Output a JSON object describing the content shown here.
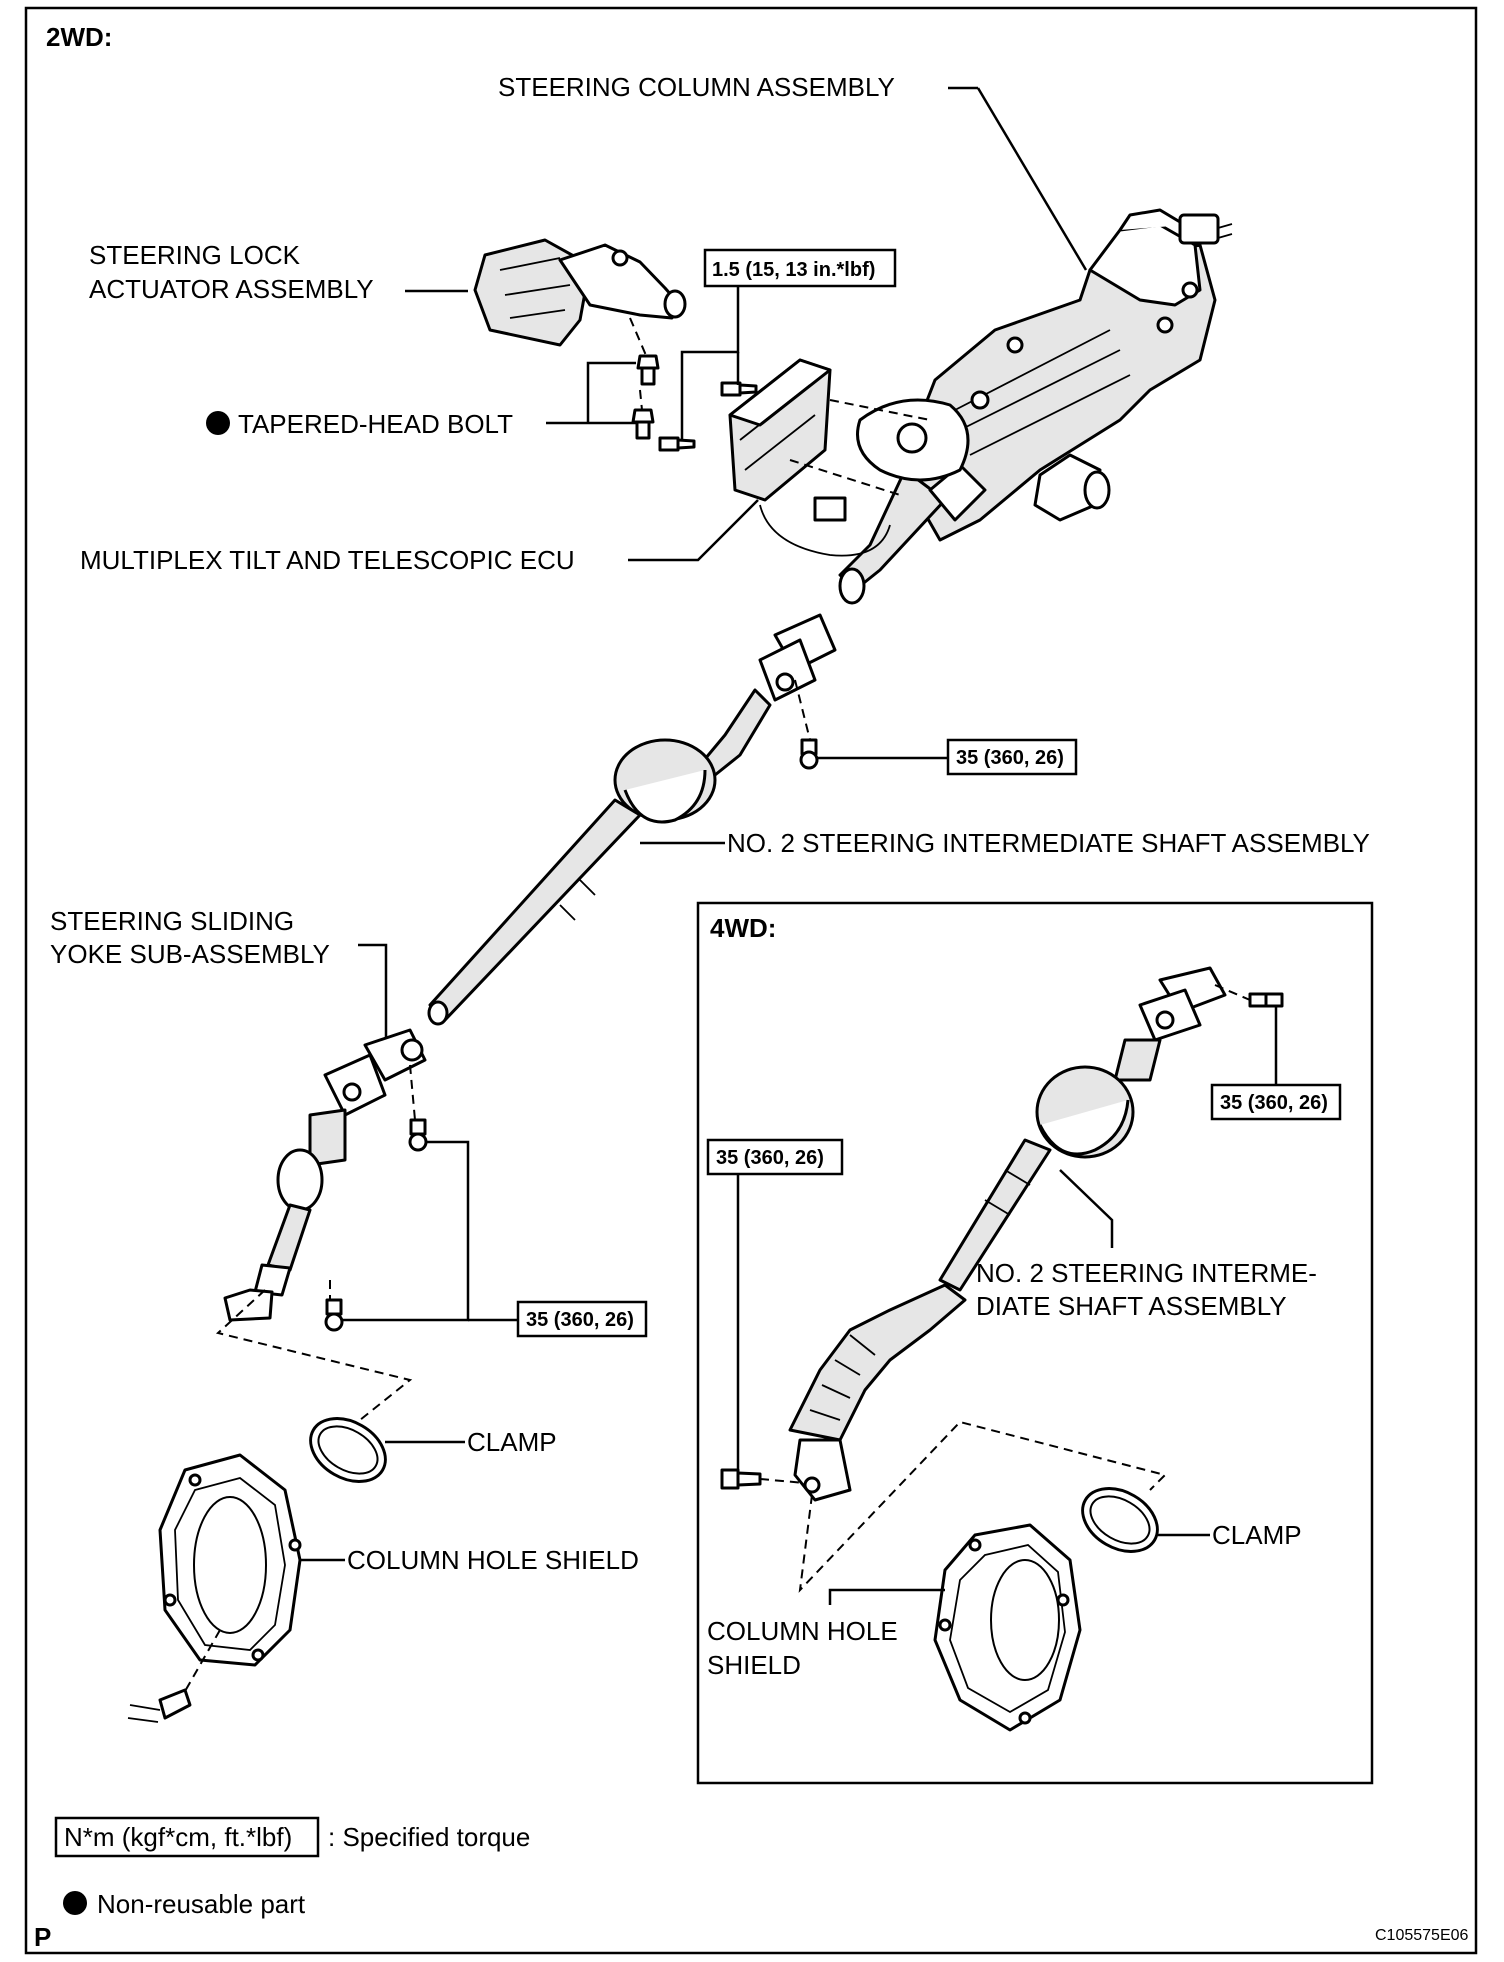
{
  "headers": {
    "two_wd": "2WD:",
    "four_wd": "4WD:"
  },
  "labels": {
    "steering_column_assembly": "STEERING COLUMN ASSEMBLY",
    "steering_lock_actuator_1": "STEERING LOCK",
    "steering_lock_actuator_2": "ACTUATOR ASSEMBLY",
    "tapered_head_bolt": "TAPERED-HEAD BOLT",
    "multiplex_ecu": "MULTIPLEX TILT AND TELESCOPIC ECU",
    "intermediate_shaft_2wd": "NO. 2 STEERING INTERMEDIATE SHAFT ASSEMBLY",
    "sliding_yoke_1": "STEERING SLIDING",
    "sliding_yoke_2": "YOKE SUB-ASSEMBLY",
    "clamp_2wd": "CLAMP",
    "column_hole_shield_2wd": "COLUMN HOLE SHIELD",
    "intermediate_shaft_4wd_1": "NO. 2 STEERING INTERME-",
    "intermediate_shaft_4wd_2": "DIATE SHAFT ASSEMBLY",
    "clamp_4wd": "CLAMP",
    "column_hole_shield_4wd_1": "COLUMN HOLE",
    "column_hole_shield_4wd_2": "SHIELD"
  },
  "torques": {
    "ecu_bolts": "1.5 (15, 13 in.*lbf)",
    "shaft_2wd": "35 (360, 26)",
    "yoke_2wd": "35 (360, 26)",
    "upper_4wd": "35 (360, 26)",
    "lower_4wd": "35 (360, 26)"
  },
  "legend": {
    "torque_unit": "N*m (kgf*cm, ft.*lbf)",
    "torque_desc": ": Specified torque",
    "nonreusable_desc": "Non-reusable part"
  },
  "footer": {
    "page_letter": "P",
    "figure_id": "C105575E06"
  }
}
